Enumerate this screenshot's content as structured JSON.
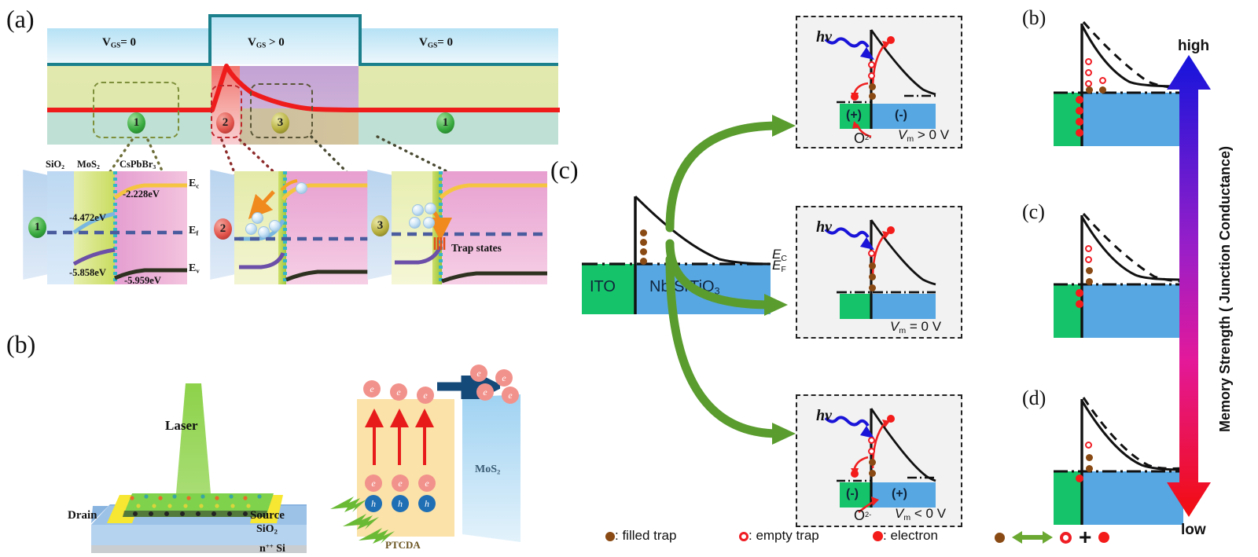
{
  "figure": {
    "panel_a_label": "(a)",
    "panel_b_label": "(b)",
    "panel_c_label": "(c)"
  },
  "panel_a": {
    "gate_labels": [
      {
        "prefix": "V",
        "sub": "GS",
        "rel": "= 0"
      },
      {
        "prefix": "V",
        "sub": "GS",
        "rel": "> 0"
      },
      {
        "prefix": "V",
        "sub": "GS",
        "rel": "= 0"
      }
    ],
    "region_numbers": [
      "1",
      "2",
      "3",
      "1"
    ],
    "band_diagrams": [
      {
        "index": "1",
        "materials": [
          "SiO",
          "MoS",
          "CsPbBr"
        ],
        "material_subs": [
          "2",
          "2",
          "3"
        ],
        "energies": {
          "mos2_cb": "-4.472eV",
          "cspbbr3_cb": "-2.228eV",
          "mos2_vb": "-5.858eV",
          "cspbbr3_vb": "-5.959eV"
        },
        "level_labels": {
          "ec": "E",
          "ec_sub": "c",
          "ef": "E",
          "ef_sub": "f",
          "ev": "E",
          "ev_sub": "v"
        }
      },
      {
        "index": "2",
        "materials": [],
        "annotation": ""
      },
      {
        "index": "3",
        "materials": [],
        "annotation": "Trap states"
      }
    ]
  },
  "panel_b": {
    "laser_label": "Laser",
    "drain_label": "Drain",
    "source_label": "Source",
    "substrate_oxide": "SiO2",
    "substrate_si": "n++ Si",
    "substrate_si_base": "n",
    "substrate_si_sup": "++",
    "substrate_si_tail": " Si",
    "ptcda_label": "PTCDA",
    "mos2_label": "MoS",
    "mos2_sub": "2",
    "carrier_e": "e",
    "carrier_h": "h"
  },
  "panel_c": {
    "central": {
      "ito_label": "ITO",
      "nb_label": "Nb:SrTiO",
      "nb_sub": "3",
      "ec_label": "E",
      "ec_sub": "C",
      "ef_label": "E",
      "ef_sub": "F"
    },
    "process_boxes": [
      {
        "hv": "hv",
        "bias": "V",
        "bias_sub": "m",
        "bias_rel": "> 0 V",
        "left_charge": "(+)",
        "right_charge": "(-)",
        "ion": "O",
        "ion_sup": "2-",
        "show_ion": true
      },
      {
        "hv": "hv",
        "bias": "V",
        "bias_sub": "m",
        "bias_rel": "= 0 V",
        "left_charge": "",
        "right_charge": "",
        "ion": "",
        "ion_sup": "",
        "show_ion": false
      },
      {
        "hv": "hv",
        "bias": "V",
        "bias_sub": "m",
        "bias_rel": "< 0 V",
        "left_charge": "(-)",
        "right_charge": "(+)",
        "ion": "O",
        "ion_sup": "2-",
        "show_ion": true
      }
    ],
    "result_panels": [
      {
        "label": "(b)",
        "empty_traps": 5,
        "filled_traps": 2,
        "electrons": 4
      },
      {
        "label": "(c)",
        "empty_traps": 2,
        "filled_traps": 2,
        "electrons": 2
      },
      {
        "label": "(d)",
        "empty_traps": 1,
        "filled_traps": 2,
        "electrons": 1
      }
    ]
  },
  "legend": {
    "filled_trap": ": filled trap",
    "empty_trap": ": empty trap",
    "electron": ": electron",
    "relation_plus": "+"
  },
  "colorbar": {
    "top_label": "high",
    "bottom_label": "low",
    "axis_title": "Memory Strength ( Junction Conductance)",
    "color_top": "#1414dc",
    "color_mid": "#c41ab4",
    "color_bottom": "#f20d0d"
  }
}
